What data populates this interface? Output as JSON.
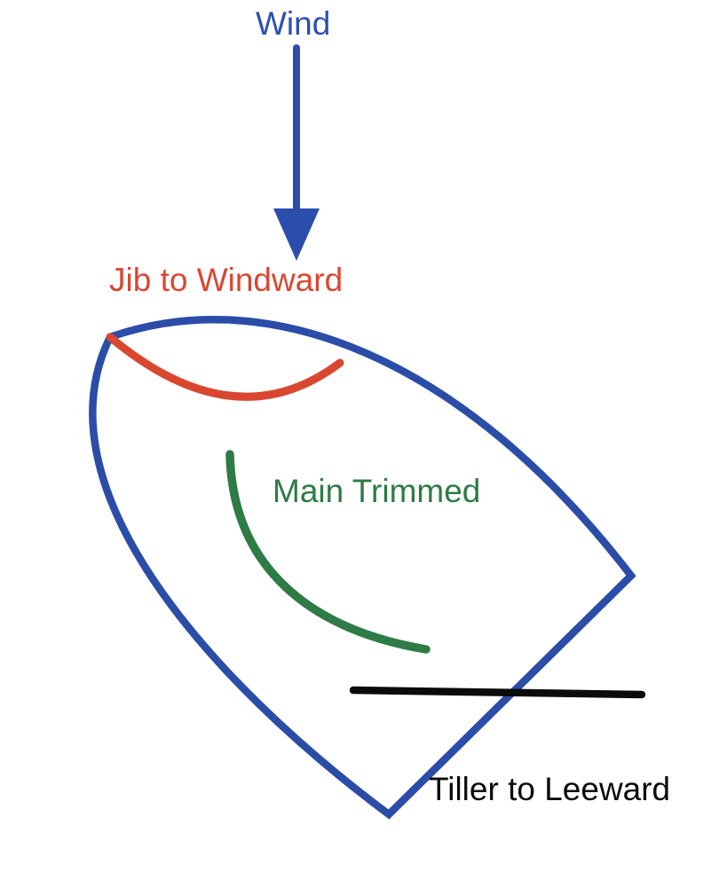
{
  "labels": {
    "wind": "Wind",
    "jib": "Jib to Windward",
    "main": "Main Trimmed",
    "tiller": "Tiller to Leeward"
  },
  "colors": {
    "background": "#FFFFFF",
    "wind_text_blue": "#2B50B2",
    "arrow_blue": "#2B4EAC",
    "hull_blue": "#2B4DA8",
    "jib_red": "#DA4731",
    "main_green": "#2E7B45",
    "tiller_black": "#0B0B0B"
  }
}
